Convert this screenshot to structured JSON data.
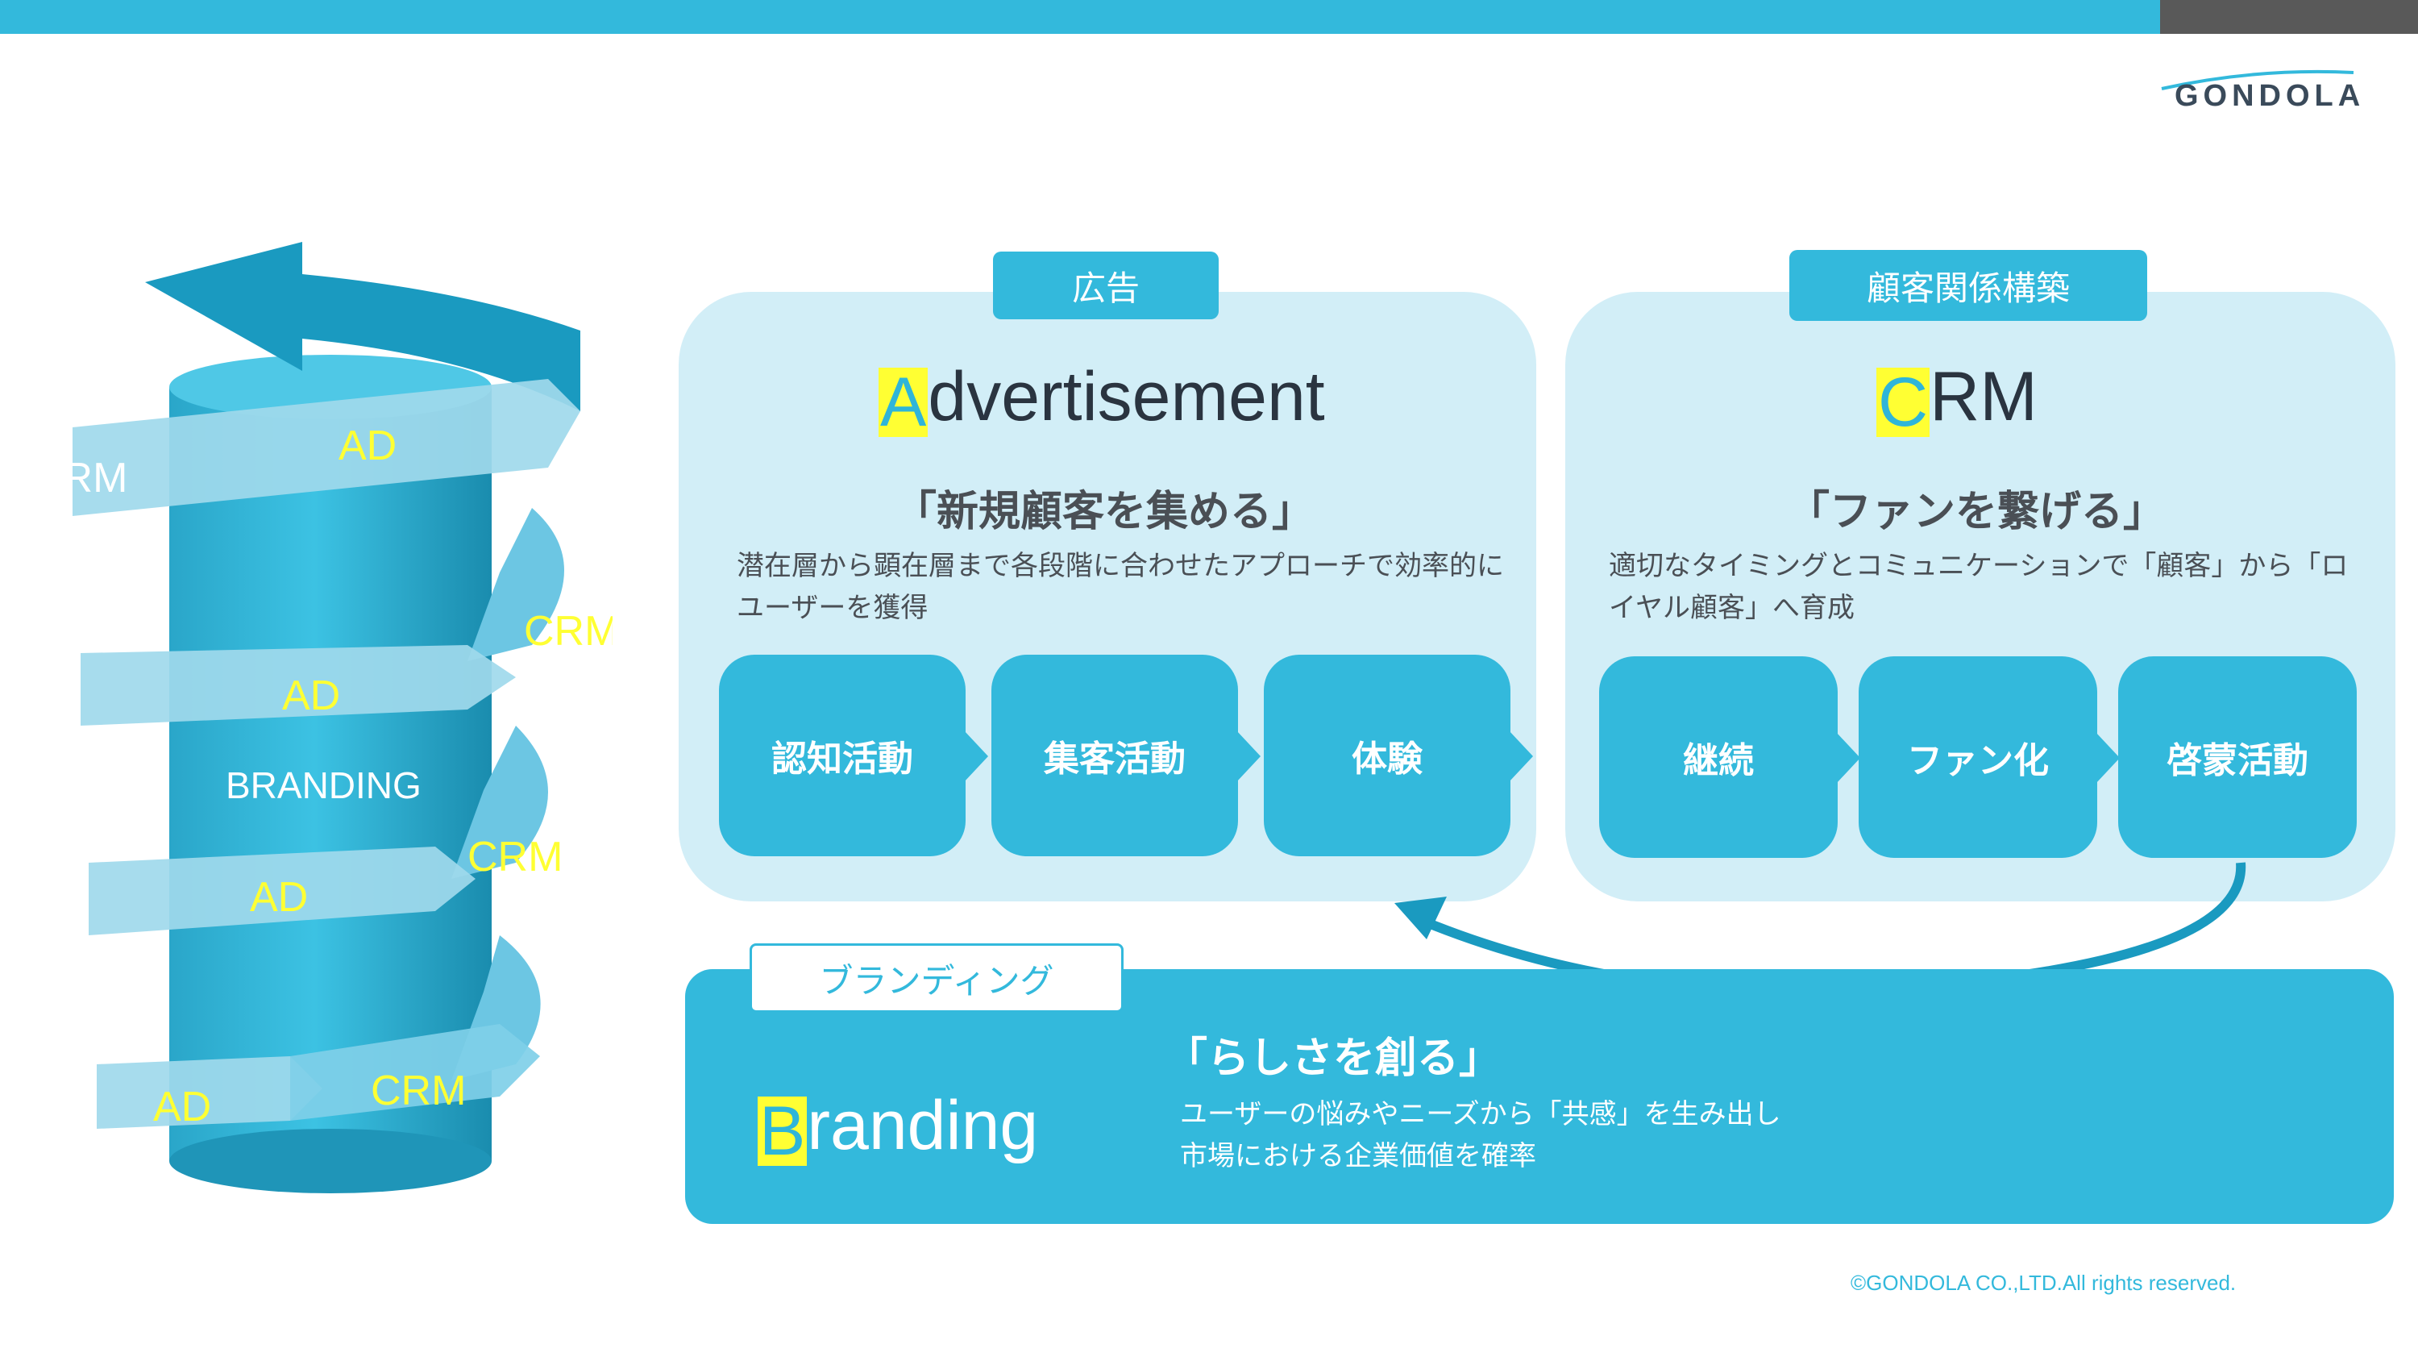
{
  "logo": {
    "text": "GONDOLA"
  },
  "spiral": {
    "center_label": "BRANDING",
    "ribbon_labels": [
      "CRM",
      "AD",
      "CRM",
      "AD",
      "CRM",
      "AD",
      "CRM",
      "AD"
    ]
  },
  "advertisement": {
    "tag": "広告",
    "title_initial": "A",
    "title_rest": "dvertisement",
    "catchphrase": "「新規顧客を集める」",
    "description": "潜在層から顕在層まで各段階に合わせたアプローチで効率的にユーザーを獲得",
    "steps": [
      "認知活動",
      "集客活動",
      "体験"
    ]
  },
  "crm": {
    "tag": "顧客関係構築",
    "title_initial": "C",
    "title_rest": "RM",
    "catchphrase": "「ファンを繋げる」",
    "description": "適切なタイミングとコミュニケーションで「顧客」から「ロイヤル顧客」へ育成",
    "steps": [
      "継続",
      "ファン化",
      "啓蒙活動"
    ]
  },
  "branding": {
    "tag": "ブランディング",
    "title_initial": "B",
    "title_rest": "randing",
    "catchphrase": "「らしさを創る」",
    "description_line1": "ユーザーの悩みやニーズから「共感」を生み出し",
    "description_line2": "市場における企業価値を確率"
  },
  "footer": {
    "copyright": "©GONDOLA CO.,LTD.All rights reserved."
  },
  "colors": {
    "accent": "#33b9dc",
    "panel": "#d2eef7",
    "highlight": "#ffff33",
    "dark": "#595959"
  }
}
